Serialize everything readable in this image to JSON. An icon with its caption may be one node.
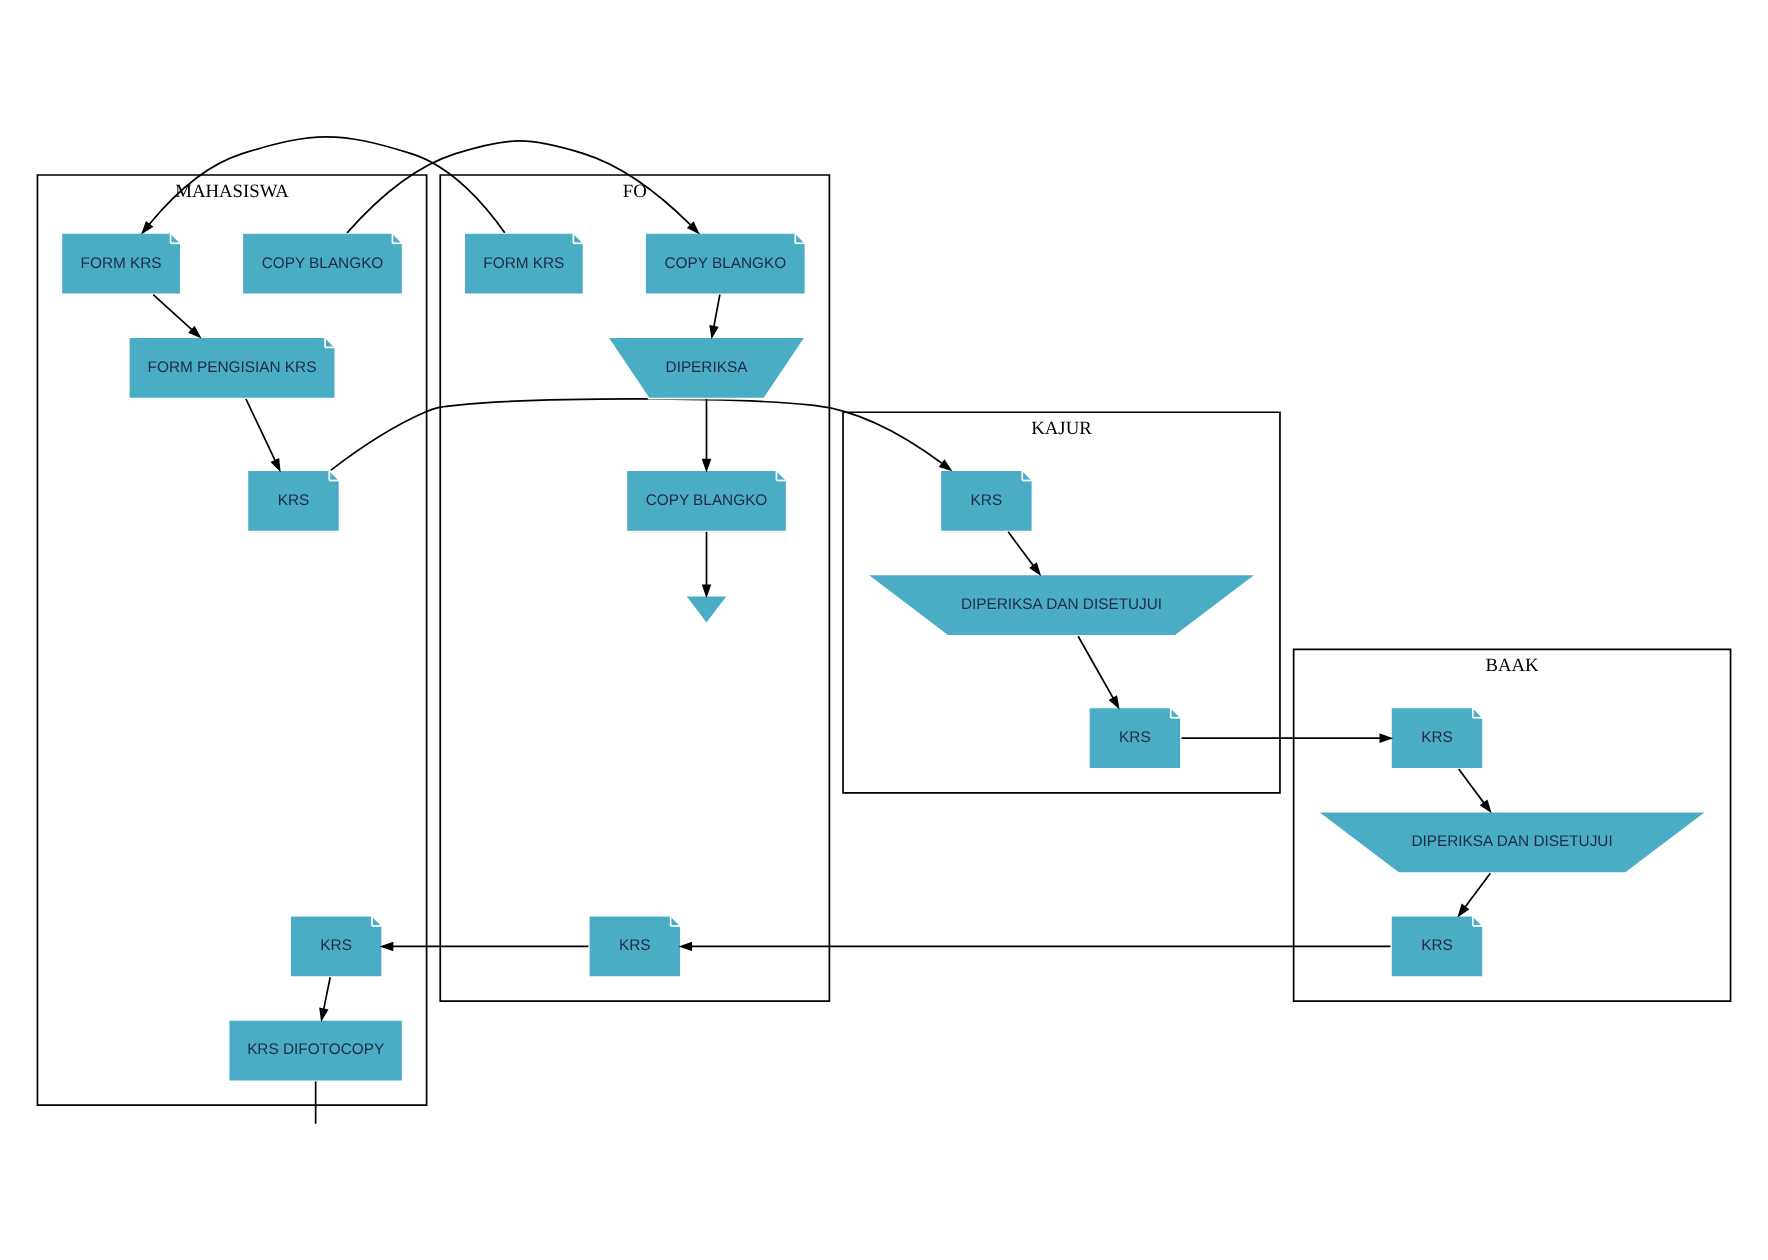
{
  "diagram": {
    "nodes": [
      {
        "text": [
          "MAHASISWA"
        ]
      },
      {
        "text": [
          "FO"
        ]
      },
      {
        "text": [
          "KAJUR"
        ]
      },
      {
        "text": [
          "BAAK"
        ]
      },
      {
        "text": [
          "COPY BLANGKO"
        ],
        "in": 0
      },
      {
        "text": [
          "COPY BLANGKO"
        ],
        "in": 1
      },
      {
        "text": [
          "DIPERIKSA"
        ],
        "in": 1
      },
      {
        "text": [
          "COPY BLANGKO"
        ],
        "in": 1
      },
      {
        "text": [],
        "shape": "triangle",
        "in": 1
      },
      {
        "text": [
          "FORM KRS"
        ],
        "in": 1
      },
      {
        "text": [
          "FORM KRS"
        ],
        "in": 0
      },
      {
        "text": [
          "FORM PENGISIAN KRS"
        ],
        "in": 0
      },
      {
        "text": [
          "KRS"
        ],
        "in": 0
      },
      {
        "text": [
          "KRS"
        ],
        "in": 2
      },
      {
        "text": [
          "DIPERIKSA DAN DISETUJUI"
        ],
        "in": 2
      },
      {
        "text": [
          "KRS"
        ],
        "in": 2
      },
      {
        "text": [
          "KRS"
        ],
        "in": 3
      },
      {
        "text": [
          "DIPERIKSA DAN DISETUJUI"
        ],
        "in": 3
      },
      {
        "text": [
          "KRS"
        ],
        "in": 3
      },
      {
        "text": [
          "KRS"
        ],
        "in": 1
      },
      {
        "text": [
          "KRS"
        ],
        "in": 0
      },
      {
        "text": [
          "KRS DIFOTOCOPY"
        ],
        "in": 0
      }
    ],
    "edges": [
      {
        "from": 4,
        "to": 5,
        "arrow": "to"
      },
      {
        "from": 5,
        "to": 6,
        "arrow": "to"
      },
      {
        "from": 6,
        "to": 7,
        "arrow": "to"
      },
      {
        "from": 7,
        "to": 8,
        "arrow": "to"
      },
      {
        "from": 9,
        "to": 10,
        "arrow": "to"
      },
      {
        "from": 10,
        "to": 11,
        "arrow": "to"
      },
      {
        "from": 11,
        "to": 12,
        "arrow": "to"
      },
      {
        "from": 12,
        "to": 13,
        "arrow": "to"
      },
      {
        "from": 13,
        "to": 14,
        "arrow": "to"
      },
      {
        "from": 14,
        "to": 15,
        "arrow": "to"
      },
      {
        "from": 15,
        "to": 16,
        "arrow": "to"
      },
      {
        "from": 16,
        "to": 17,
        "arrow": "to"
      },
      {
        "from": 17,
        "to": 18,
        "arrow": "to"
      },
      {
        "from": 18,
        "to": 19,
        "arrow": "to"
      },
      {
        "from": 19,
        "to": 20,
        "arrow": "to"
      },
      {
        "from": 20,
        "to": 21,
        "arrow": "to"
      },
      {
        "from": 21,
        "to": null,
        "arrow": "none"
      }
    ]
  }
}
